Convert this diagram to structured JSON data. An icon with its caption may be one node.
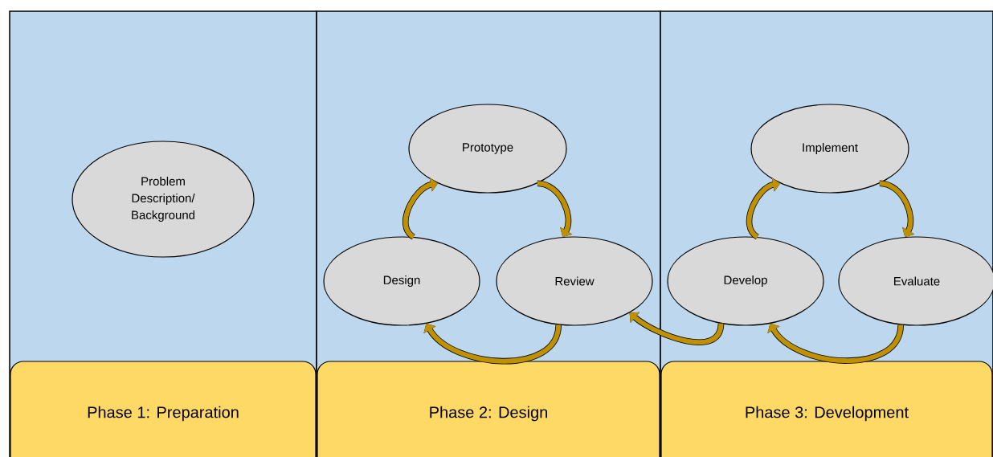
{
  "diagram": {
    "nodes": [
      {
        "text": [
          "Phase 1: Preparation"
        ]
      },
      {
        "text": [
          "Problem Description/ Background"
        ],
        "in": 0
      },
      {
        "text": [
          "Phase 2: Design"
        ]
      },
      {
        "text": [
          "Prototype"
        ],
        "in": 2
      },
      {
        "text": [
          "Design"
        ],
        "in": 2
      },
      {
        "text": [
          "Review"
        ],
        "in": 2
      },
      {
        "text": [
          "Phase 3: Development"
        ]
      },
      {
        "text": [
          "Implement"
        ],
        "in": 6
      },
      {
        "text": [
          "Develop"
        ],
        "in": 6
      },
      {
        "text": [
          "Evaluate"
        ],
        "in": 6
      }
    ],
    "edges": [
      {
        "from": 4,
        "to": 3,
        "arrow": "to"
      },
      {
        "from": 3,
        "to": 5,
        "arrow": "to"
      },
      {
        "from": 5,
        "to": 4,
        "arrow": "to"
      },
      {
        "from": 8,
        "to": 5,
        "arrow": "to"
      },
      {
        "from": 8,
        "to": 7,
        "arrow": "to"
      },
      {
        "from": 7,
        "to": 9,
        "arrow": "to"
      },
      {
        "from": 9,
        "to": 8,
        "arrow": "to"
      }
    ]
  }
}
